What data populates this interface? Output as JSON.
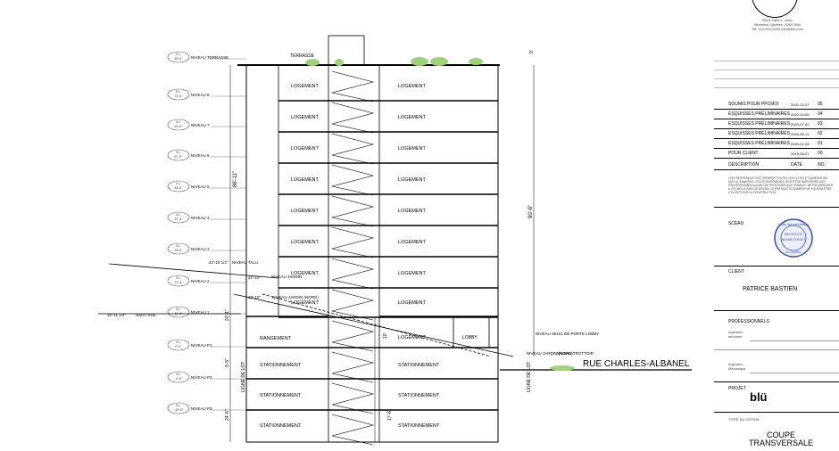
{
  "levels": [
    {
      "id": "terrasse",
      "name": "NIVEAU TERRASSE",
      "elev": "84'-9\""
    },
    {
      "id": "n8",
      "name": "NIVEAU 8",
      "elev": "73'-5\""
    },
    {
      "id": "n7",
      "name": "NIVEAU 7",
      "elev": "63'-5\""
    },
    {
      "id": "n6",
      "name": "NIVEAU 6",
      "elev": "57'-9\""
    },
    {
      "id": "n5",
      "name": "NIVEAU 5",
      "elev": "48'-0\""
    },
    {
      "id": "n4",
      "name": "NIVEAU 4",
      "elev": "37'-3\""
    },
    {
      "id": "n3",
      "name": "NIVEAU 3",
      "elev": "26'-6\""
    },
    {
      "id": "n2",
      "name": "NIVEAU 2",
      "elev": "21'-5\""
    },
    {
      "id": "n1",
      "name": "NIVEAU 1",
      "elev": "11'-0\""
    },
    {
      "id": "p1",
      "name": "NIVEAU P1",
      "elev": "0'-0\""
    },
    {
      "id": "p2",
      "name": "NIVEAU P2",
      "elev": "-9'-6\""
    },
    {
      "id": "p3",
      "name": "NIVEAU P3",
      "elev": "-19'-6\""
    }
  ],
  "level_tag": "EL.",
  "side_levels": {
    "talu": "NIVEAU TALU",
    "talu_elev": "23'-10 1/2\"",
    "jardin": "NIVEAU JARDIN",
    "jardin_elev": "21'-10\"",
    "jardin_nord": "NIVEAU JARDIN (NORD)",
    "jardin_nord_elev": "19'-10\"",
    "haut_rue": "HAUT RUE",
    "haut_rue_elev": "10'-11 1/2\"",
    "seuil": "NIVEAU SEUIL DE PORTE LOBBY",
    "trottoir": "NIVEAU TROTTOIR",
    "jardin_nord_right": "NIVEAU JARDIN (NORD)"
  },
  "rooms": {
    "terrasse": "TERRASSE",
    "logement": "LOGEMENT",
    "rangement": "RANGEMENT",
    "stationnement": "STATIONNEMENT",
    "lobby": "LOBBY"
  },
  "dimensions": {
    "height_left": "86'-11\"",
    "height_right": "90'-6\"",
    "dim_n2": "23'-1\"",
    "dim_n1": "9'-6\"",
    "dim_p": "24'-6\"",
    "dim_p_right": "17'-6\"",
    "dim_top": "9'",
    "dim_lobby": "10'"
  },
  "lot_line_left": "LIGNE DE LOT",
  "lot_line_right": "LIGNE DE LOT",
  "street": "RUE CHARLES-ALBANEL",
  "titleblock": {
    "address_lines": [
      "6515 Saint-L. Jean",
      "Montréal, Québec, H2W 2M4",
      "Tel: 514 000-0000  info@blu.com"
    ],
    "revisions": [
      {
        "desc": "SOUMIS POUR PPCMOI",
        "date": "2020-12-07",
        "no": "05"
      },
      {
        "desc": "ESQUISSES PRÉLIMINAIRES",
        "date": "2020-10-05",
        "no": "04"
      },
      {
        "desc": "ESQUISSES PRÉLIMINAIRES",
        "date": "2020-07-02",
        "no": "03"
      },
      {
        "desc": "ESQUISSES PRÉLIMINAIRES",
        "date": "2020-05-11",
        "no": "02"
      },
      {
        "desc": "ESQUISSES PRÉLIMINAIRES",
        "date": "2020-01-28",
        "no": "01"
      },
      {
        "desc": "POUR CLIENT",
        "date": "2019-05-27",
        "no": "00"
      }
    ],
    "rev_header": {
      "desc": "DESCRIPTION",
      "date": "DATE",
      "no": "NO."
    },
    "notes": "L'ENTREPRENEUR DOIT VÉRIFIER TOUTES LES COTES ET DIMENSIONS SUR LE CHANTIER. TOUTE DIVERGENCE DOIT ÊTRE RAPPORTÉE AUX PROFESSIONNELS AVANT DE PROCÉDER AUX TRAVAUX. NE PAS MESURER À L'ÉCHELLE SUR CE DESSIN. LE PRÉSENT DOCUMENT NE POURRA ÊTRE UTILISÉ POUR LA CONSTRUCTION.",
    "seal_label": "SCEAU",
    "seal_top": "Ordre des architectes",
    "seal_bottom": "du Québec",
    "seal_name": "ARCHITECTE",
    "seal_no": "MAXIME FORGET",
    "client_label": "CLIENT",
    "client_name": "PATRICE BASTIEN",
    "professionals_label": "PROFESSIONNELS",
    "prof_row1": "Ingénieur structure",
    "prof_row2": "Ingénieur Mécanique",
    "project_label": "PROJET",
    "project_name": "blü",
    "drawing_label": "TITRE DU DESSIN",
    "drawing_title_1": "COUPE",
    "drawing_title_2": "TRANSVERSALE"
  }
}
